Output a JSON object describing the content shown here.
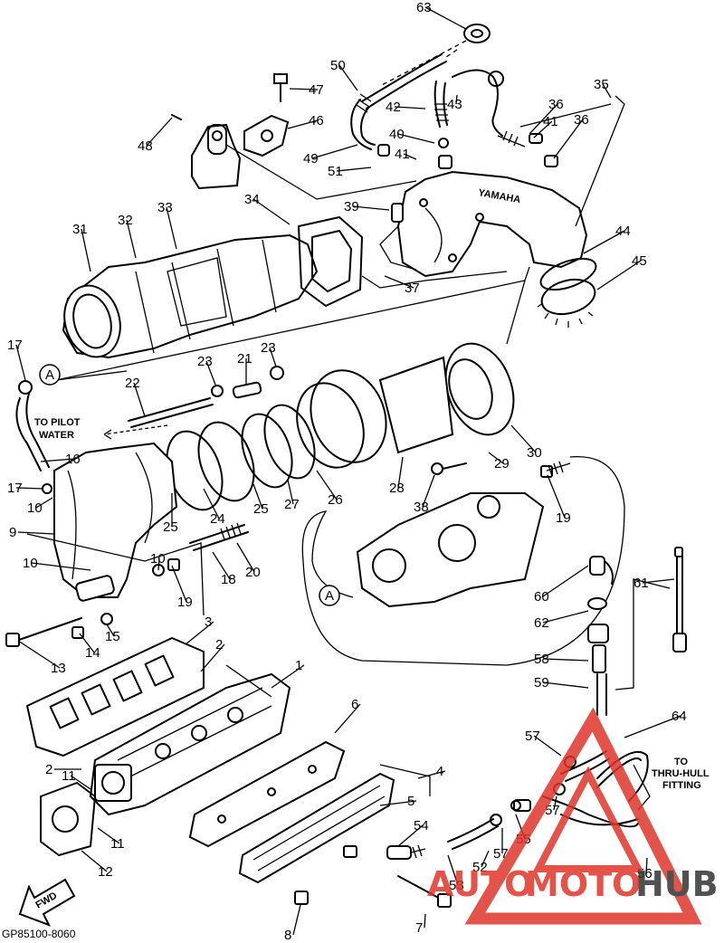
{
  "diagram": {
    "callouts": [
      "1",
      "2",
      "2",
      "3",
      "4",
      "5",
      "6",
      "7",
      "8",
      "9",
      "10",
      "10",
      "10",
      "11",
      "11",
      "12",
      "13",
      "14",
      "15",
      "16",
      "17",
      "17",
      "18",
      "19",
      "19",
      "20",
      "21",
      "22",
      "23",
      "23",
      "24",
      "25",
      "25",
      "26",
      "27",
      "28",
      "29",
      "30",
      "31",
      "32",
      "33",
      "34",
      "35",
      "36",
      "36",
      "37",
      "38",
      "39",
      "40",
      "41",
      "41",
      "42",
      "43",
      "44",
      "45",
      "46",
      "47",
      "48",
      "49",
      "50",
      "51",
      "52",
      "53",
      "54",
      "55",
      "56",
      "57",
      "57",
      "57",
      "58",
      "59",
      "60",
      "61",
      "62",
      "63",
      "64"
    ],
    "connector_label": "A",
    "notes": {
      "to_pilot_water_line1": "TO PILOT",
      "to_pilot_water_line2": "WATER",
      "thru_hull_line1": "TO",
      "thru_hull_line2": "THRU-HULL",
      "thru_hull_line3": "FITTING",
      "fwd": "FWD",
      "brand_on_part": "YAMAHA"
    },
    "catalog_code": "GP85100-8060"
  },
  "watermark": {
    "text_auto": "AUTO",
    "text_moto": "MOTO",
    "text_hub": "HUB",
    "color_red": "#e0362b",
    "color_dark": "#333333"
  }
}
